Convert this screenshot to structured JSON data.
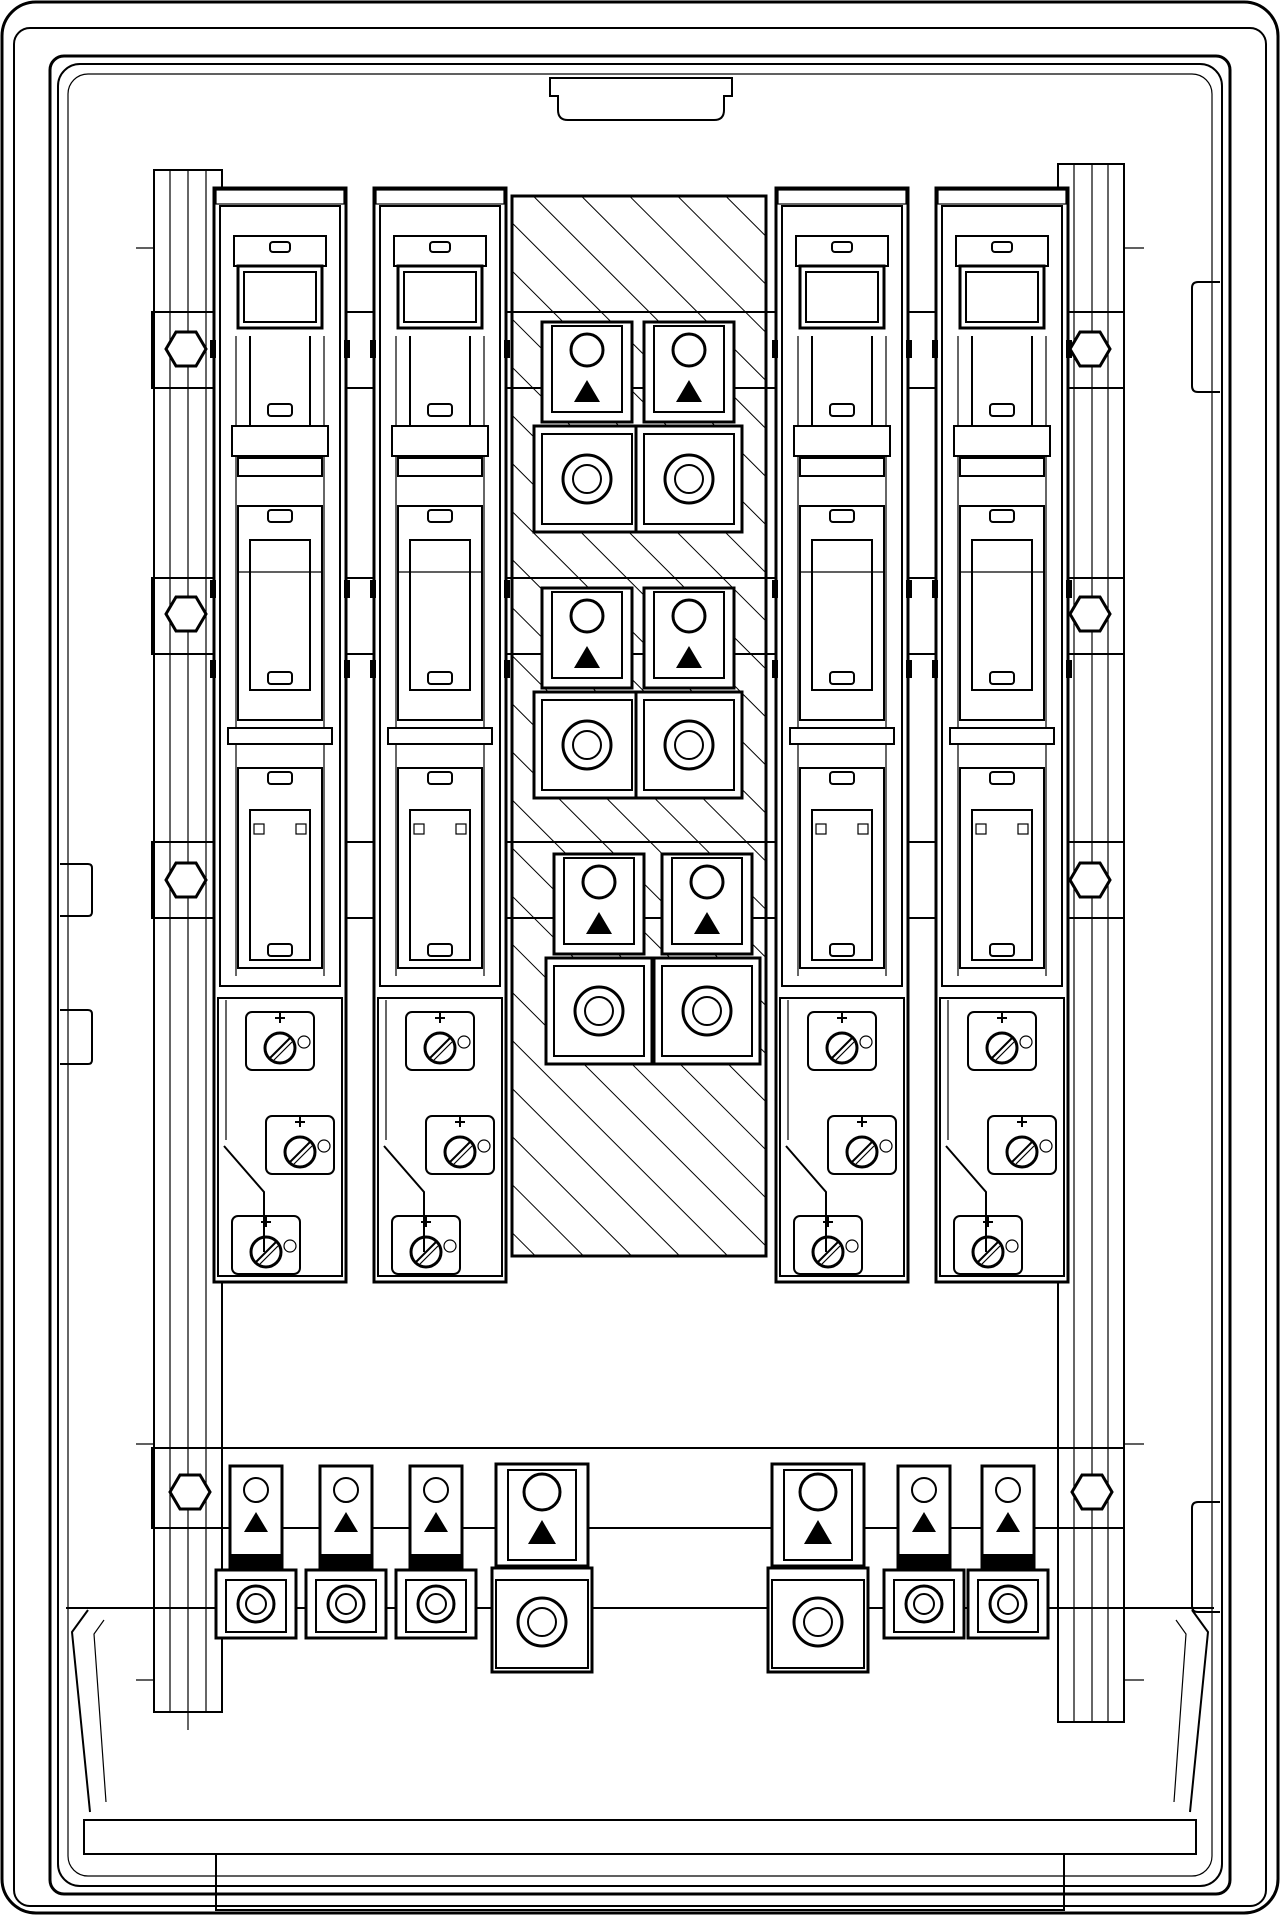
{
  "colors": {
    "line": "#000000",
    "background": "#ffffff"
  },
  "drawing": {
    "type": "enclosure-wiring-diagram",
    "fuse_switch_count": 4,
    "center_terminal_rows": 3,
    "bottom_terminal_count": 7
  }
}
